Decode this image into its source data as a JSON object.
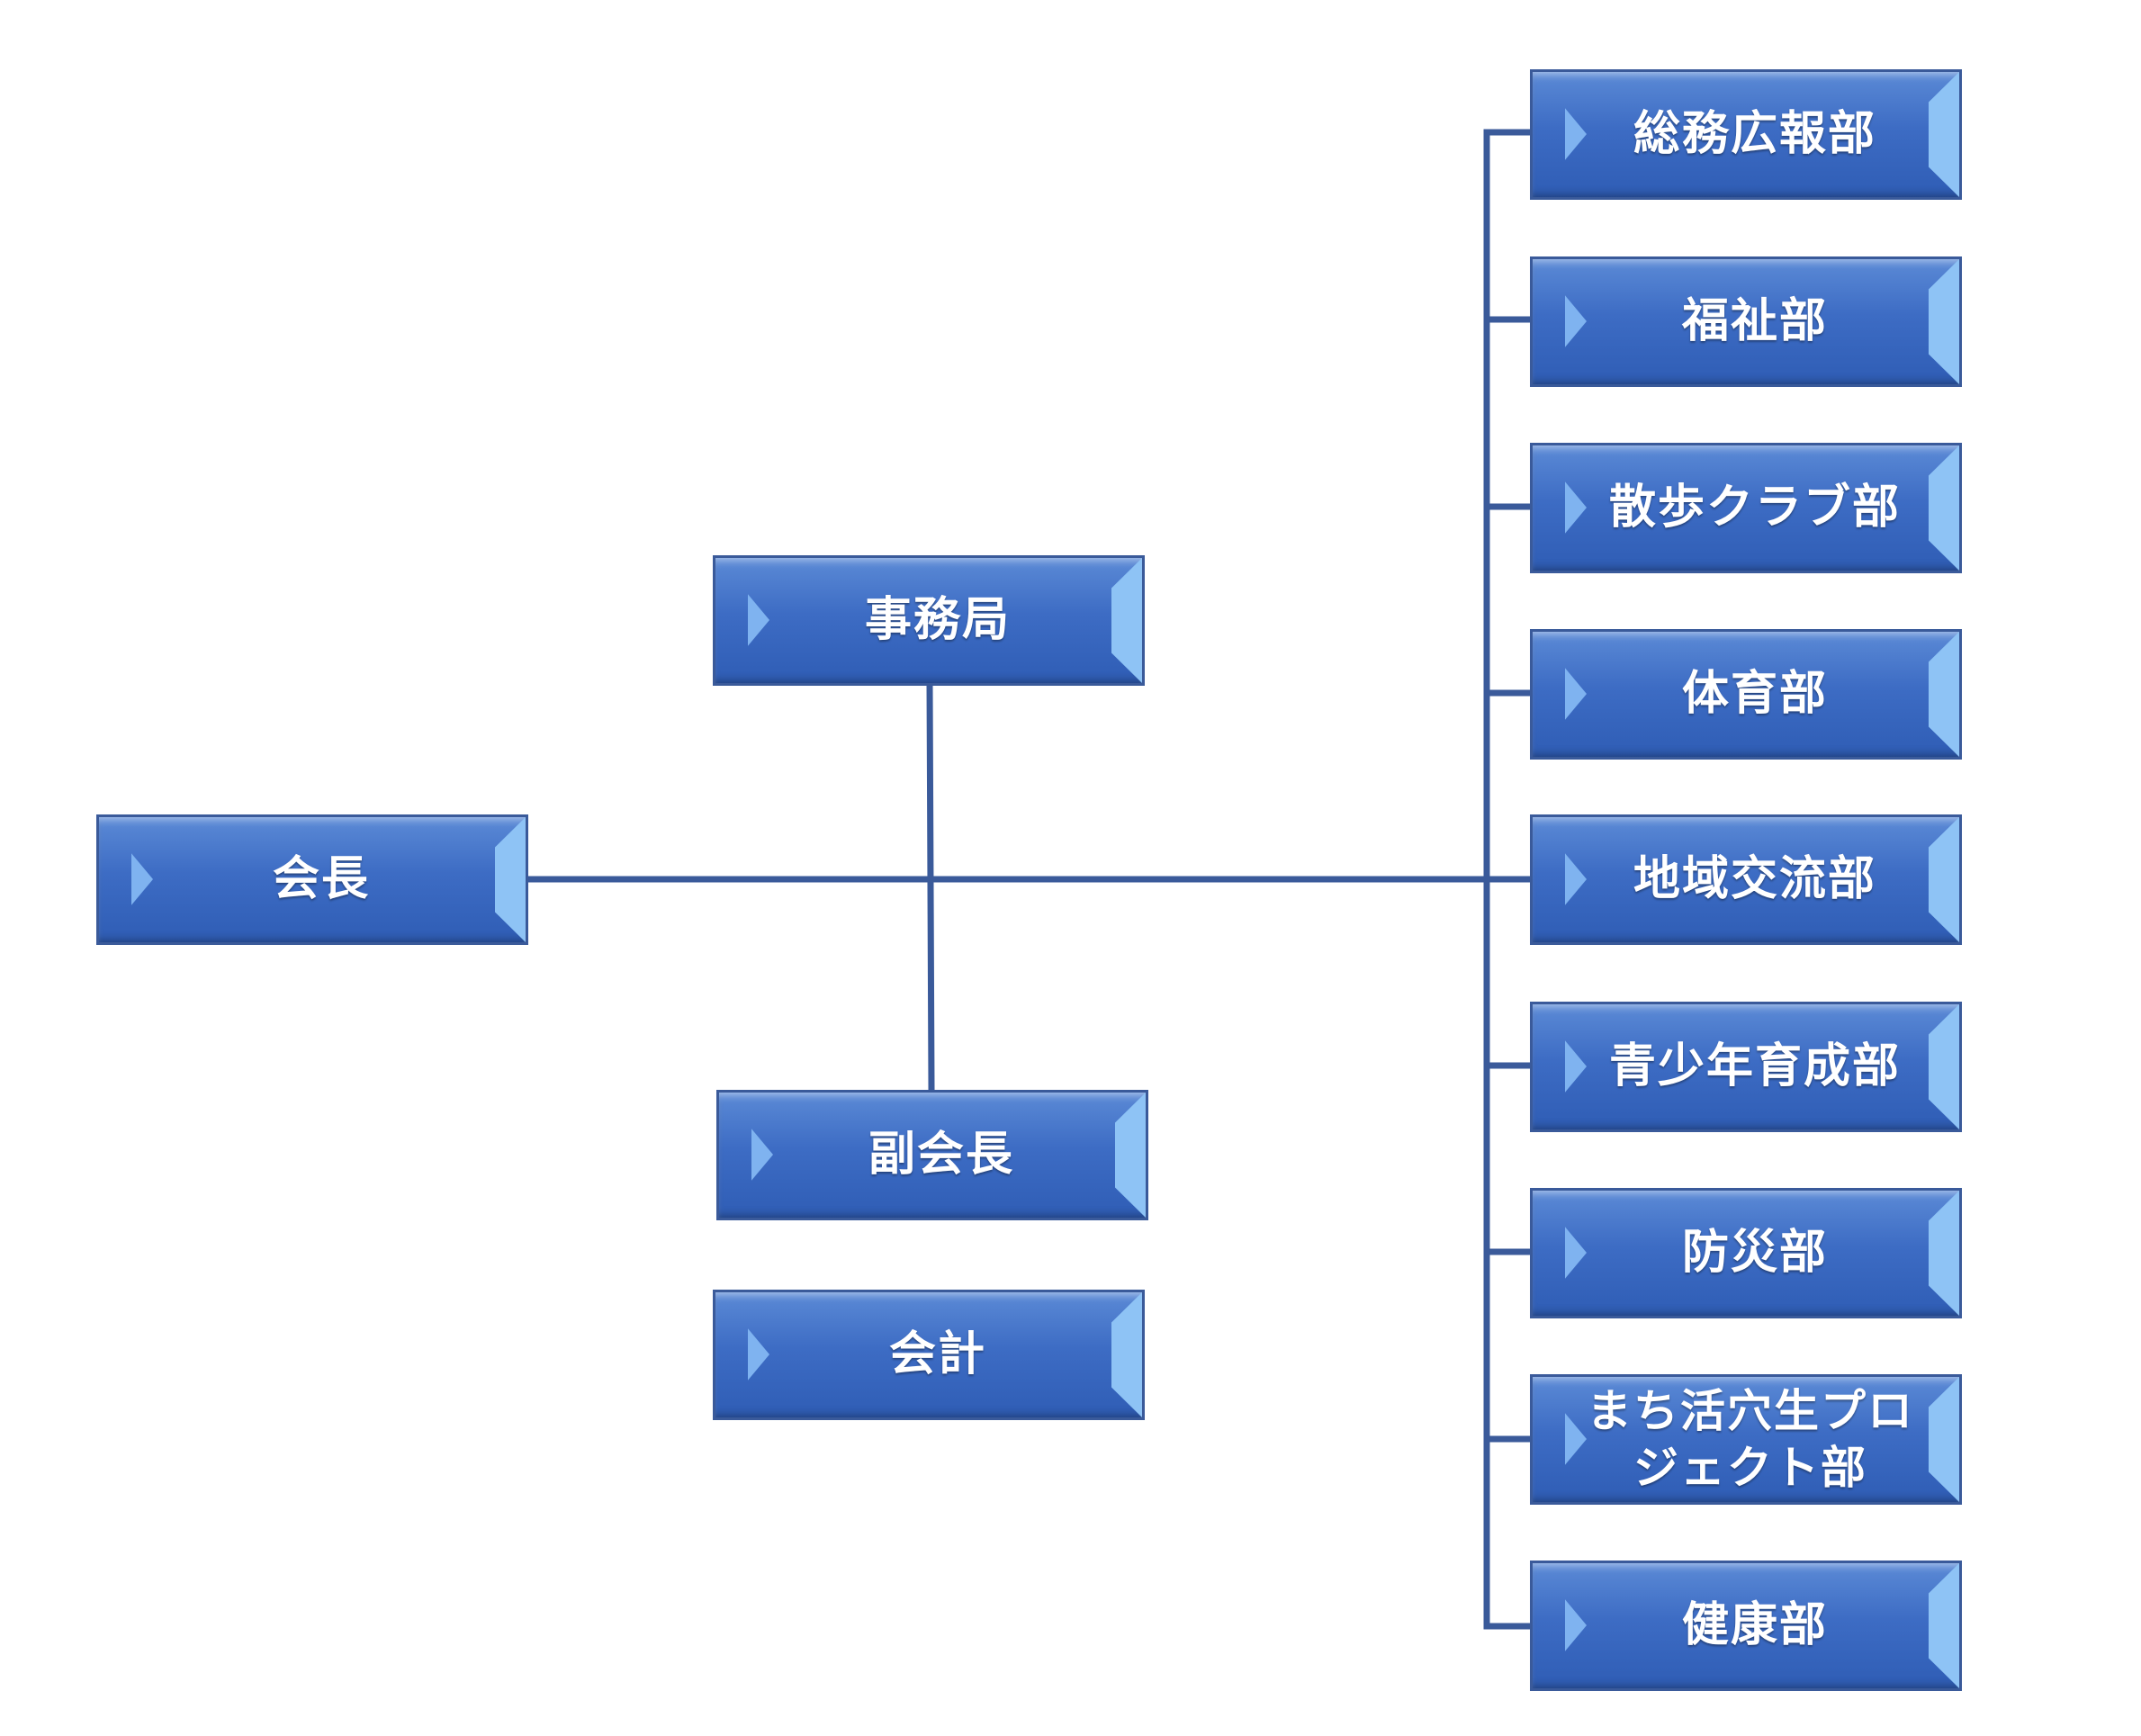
{
  "diagram": {
    "title": "",
    "colors": {
      "box_fill": "#3d6cc4",
      "box_border": "#3a5a9a",
      "connector": "#3a5a9a",
      "text": "#ffffff"
    },
    "nodes": {
      "president": {
        "label": "会長"
      },
      "secretariat": {
        "label": "事務局"
      },
      "vice_president": {
        "label": "副会長"
      },
      "accounting": {
        "label": "会計"
      }
    },
    "departments": [
      {
        "label": "総務広報部"
      },
      {
        "label": "福祉部"
      },
      {
        "label": "散歩クラブ部"
      },
      {
        "label": "体育部"
      },
      {
        "label": "地域交流部"
      },
      {
        "label": "青少年育成部"
      },
      {
        "label": "防災部"
      },
      {
        "label": "まち活穴生プロジェクト部"
      },
      {
        "label": "健康部"
      }
    ]
  }
}
